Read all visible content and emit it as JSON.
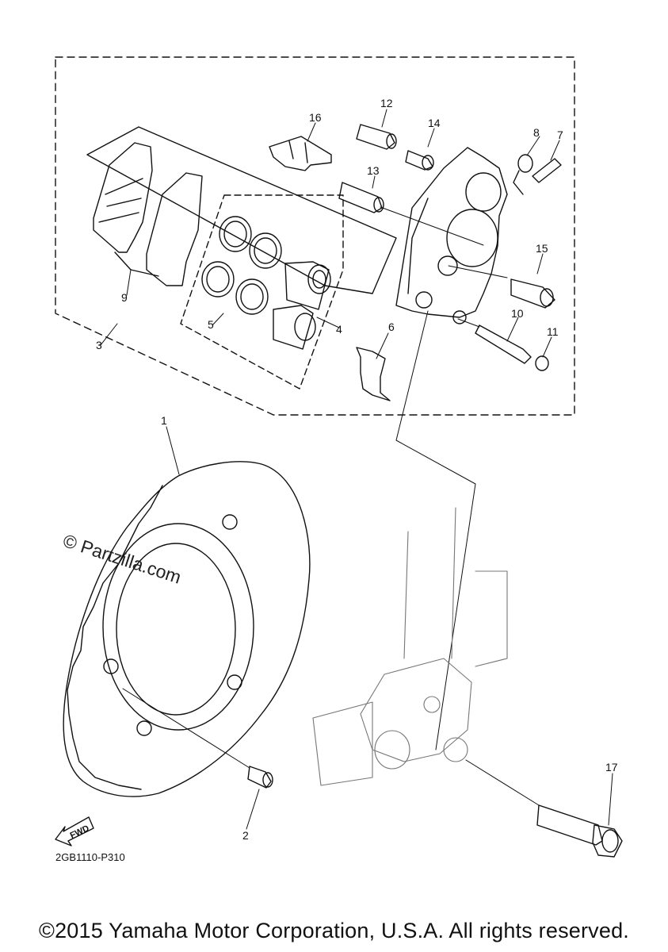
{
  "parts": [
    {
      "num": "1"
    },
    {
      "num": "2"
    },
    {
      "num": "3"
    },
    {
      "num": "4"
    },
    {
      "num": "5"
    },
    {
      "num": "6"
    },
    {
      "num": "7"
    },
    {
      "num": "8"
    },
    {
      "num": "9"
    },
    {
      "num": "10"
    },
    {
      "num": "11"
    },
    {
      "num": "12"
    },
    {
      "num": "13"
    },
    {
      "num": "14"
    },
    {
      "num": "15"
    },
    {
      "num": "16"
    },
    {
      "num": "17"
    }
  ],
  "watermark": "© Partzilla.com",
  "fwd_label": "FWD",
  "diagram_code": "2GB1110-P310",
  "copyright": "©2015 Yamaha Motor Corporation, U.S.A. All rights reserved."
}
